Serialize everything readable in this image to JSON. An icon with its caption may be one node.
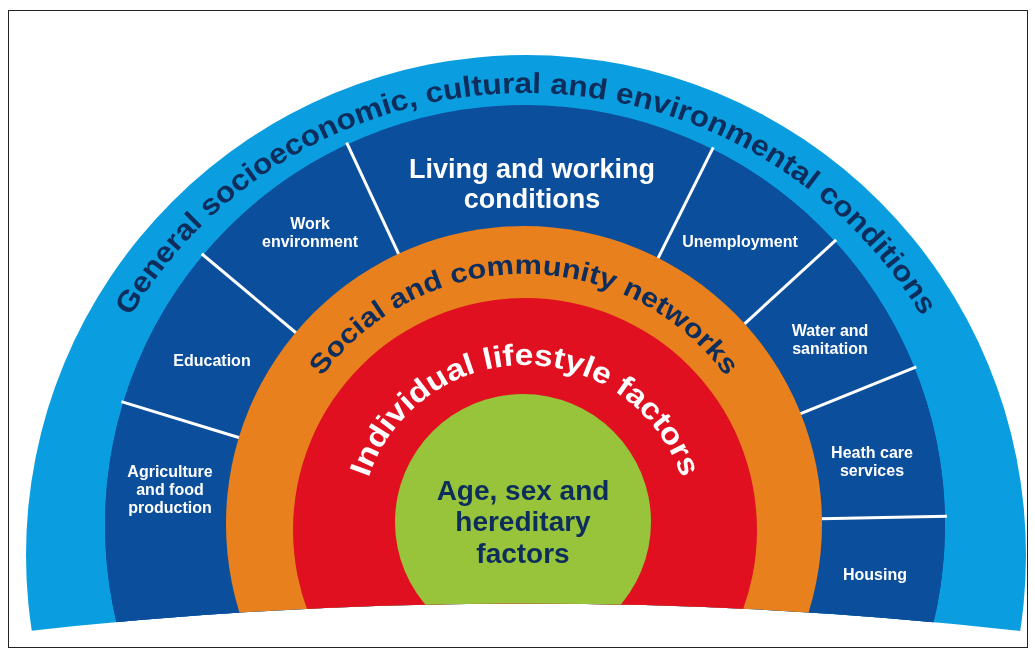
{
  "diagram": {
    "nodes": [
      {
        "text": [],
        "shape": "band"
      },
      {
        "text": [
          "Living and working conditions"
        ],
        "in": 0
      },
      {
        "text": [
          "Agriculture and food production"
        ],
        "in": 1
      },
      {
        "text": [
          "Education"
        ],
        "in": 1
      },
      {
        "text": [
          "Work environment"
        ],
        "in": 1
      },
      {
        "text": [
          "Unemployment"
        ],
        "in": 1
      },
      {
        "text": [
          "Water and sanitation"
        ],
        "in": 1
      },
      {
        "text": [
          "Heath care services"
        ],
        "in": 1
      },
      {
        "text": [
          "Housing"
        ],
        "in": 1
      },
      {
        "text": [],
        "shape": "band",
        "in": 1
      },
      {
        "text": [],
        "shape": "band",
        "in": 9
      },
      {
        "text": [
          "Age, sex and hereditary factors"
        ],
        "in": 10
      }
    ],
    "labels": [
      "General socioeconomic, cultural and environmental conditions",
      "Social and community networks",
      "Individual lifestyle factors"
    ]
  }
}
